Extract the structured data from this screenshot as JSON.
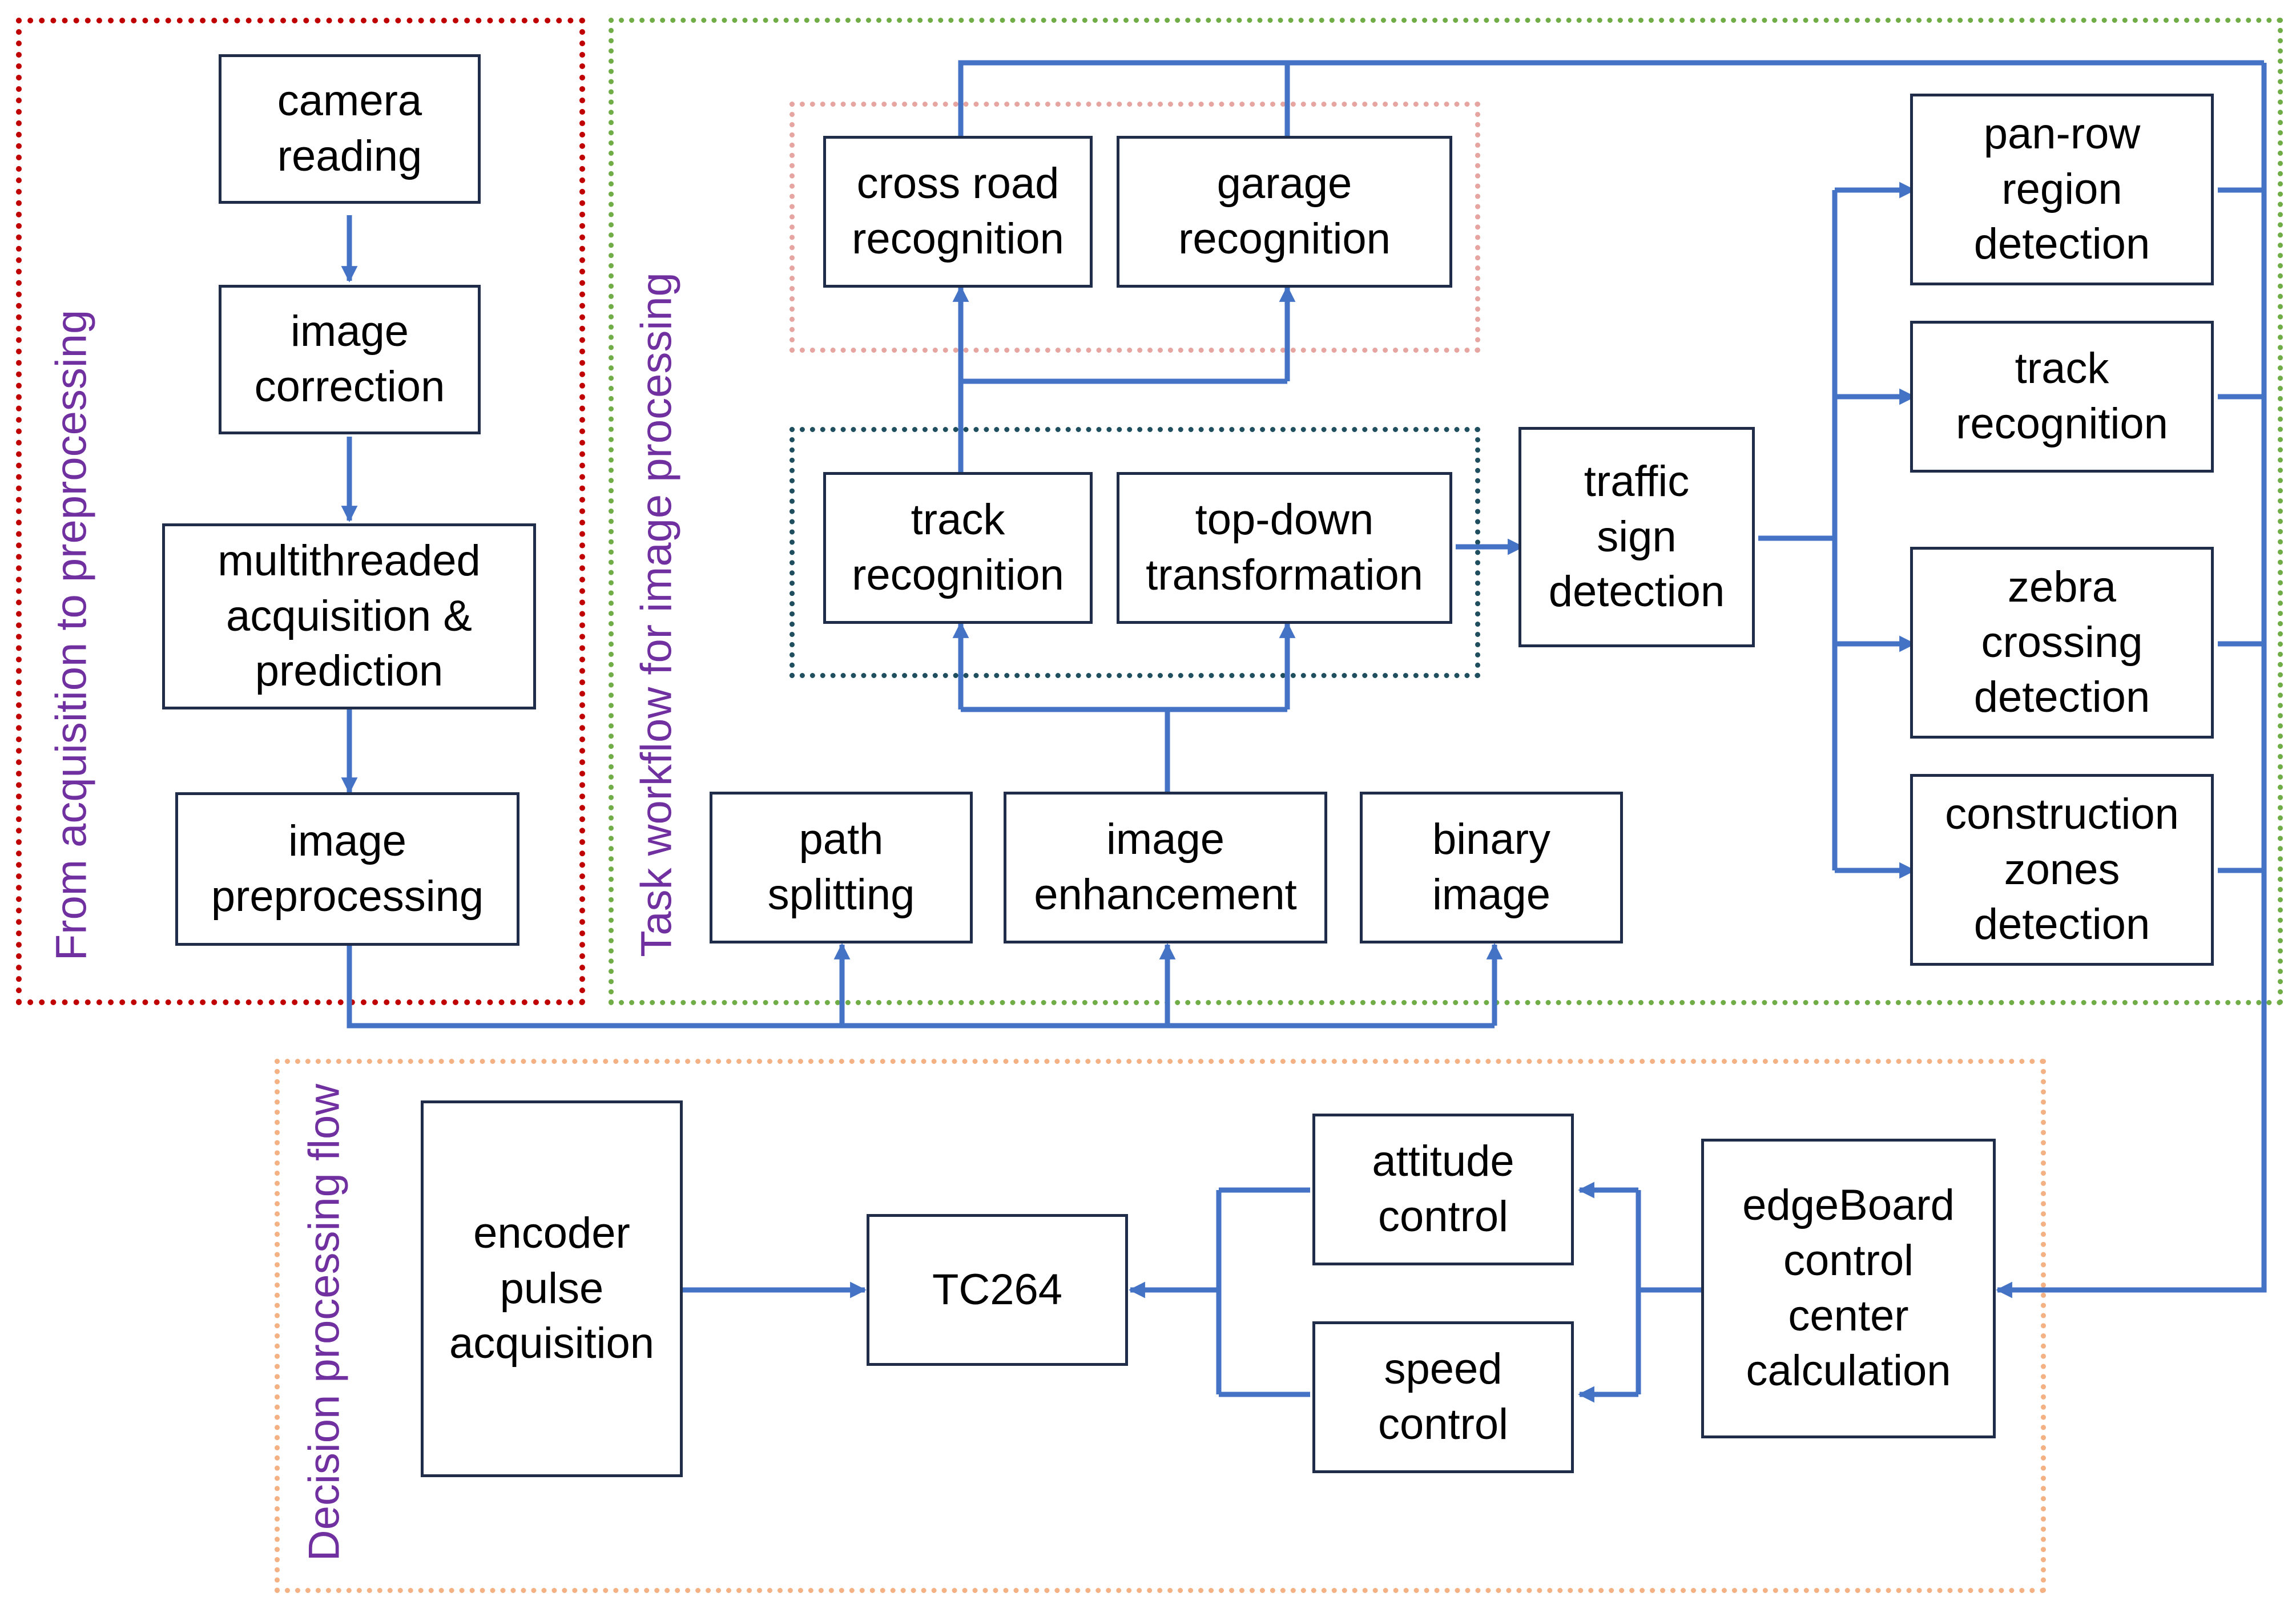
{
  "colors": {
    "line": "#4472c4",
    "box_border": "#1f2d4a",
    "region_acquisition": "#c00000",
    "region_task": "#70ad47",
    "region_decision": "#f4b183",
    "group_recognition": "#e6a5a0",
    "group_transform": "#1f4e5e",
    "label_text": "#7030a0"
  },
  "regions": {
    "acquisition": "From acquisition to preprocessing",
    "task": "Task workflow for image processing",
    "decision": "Decision processing flow"
  },
  "nodes": {
    "camera_reading": "camera\nreading",
    "image_correction": "image\ncorrection",
    "multithreaded": "multithreaded\nacquisition &\nprediction",
    "image_preprocessing": "image\npreprocessing",
    "cross_road": "cross road\nrecognition",
    "garage": "garage\nrecognition",
    "track_recognition_left": "track\nrecognition",
    "top_down": "top-down\ntransformation",
    "traffic_sign": "traffic\nsign\ndetection",
    "path_splitting": "path\nsplitting",
    "image_enhancement": "image\nenhancement",
    "binary_image": "binary\nimage",
    "pan_row": "pan-row\nregion\ndetection",
    "track_recognition_right": "track\nrecognition",
    "zebra": "zebra\ncrossing\ndetection",
    "construction": "construction\nzones\ndetection",
    "encoder": "encoder\npulse\nacquisition",
    "tc264": "TC264",
    "attitude": "attitude\ncontrol",
    "speed": "speed\ncontrol",
    "edgeboard": "edgeBoard\ncontrol\ncenter\ncalculation"
  }
}
